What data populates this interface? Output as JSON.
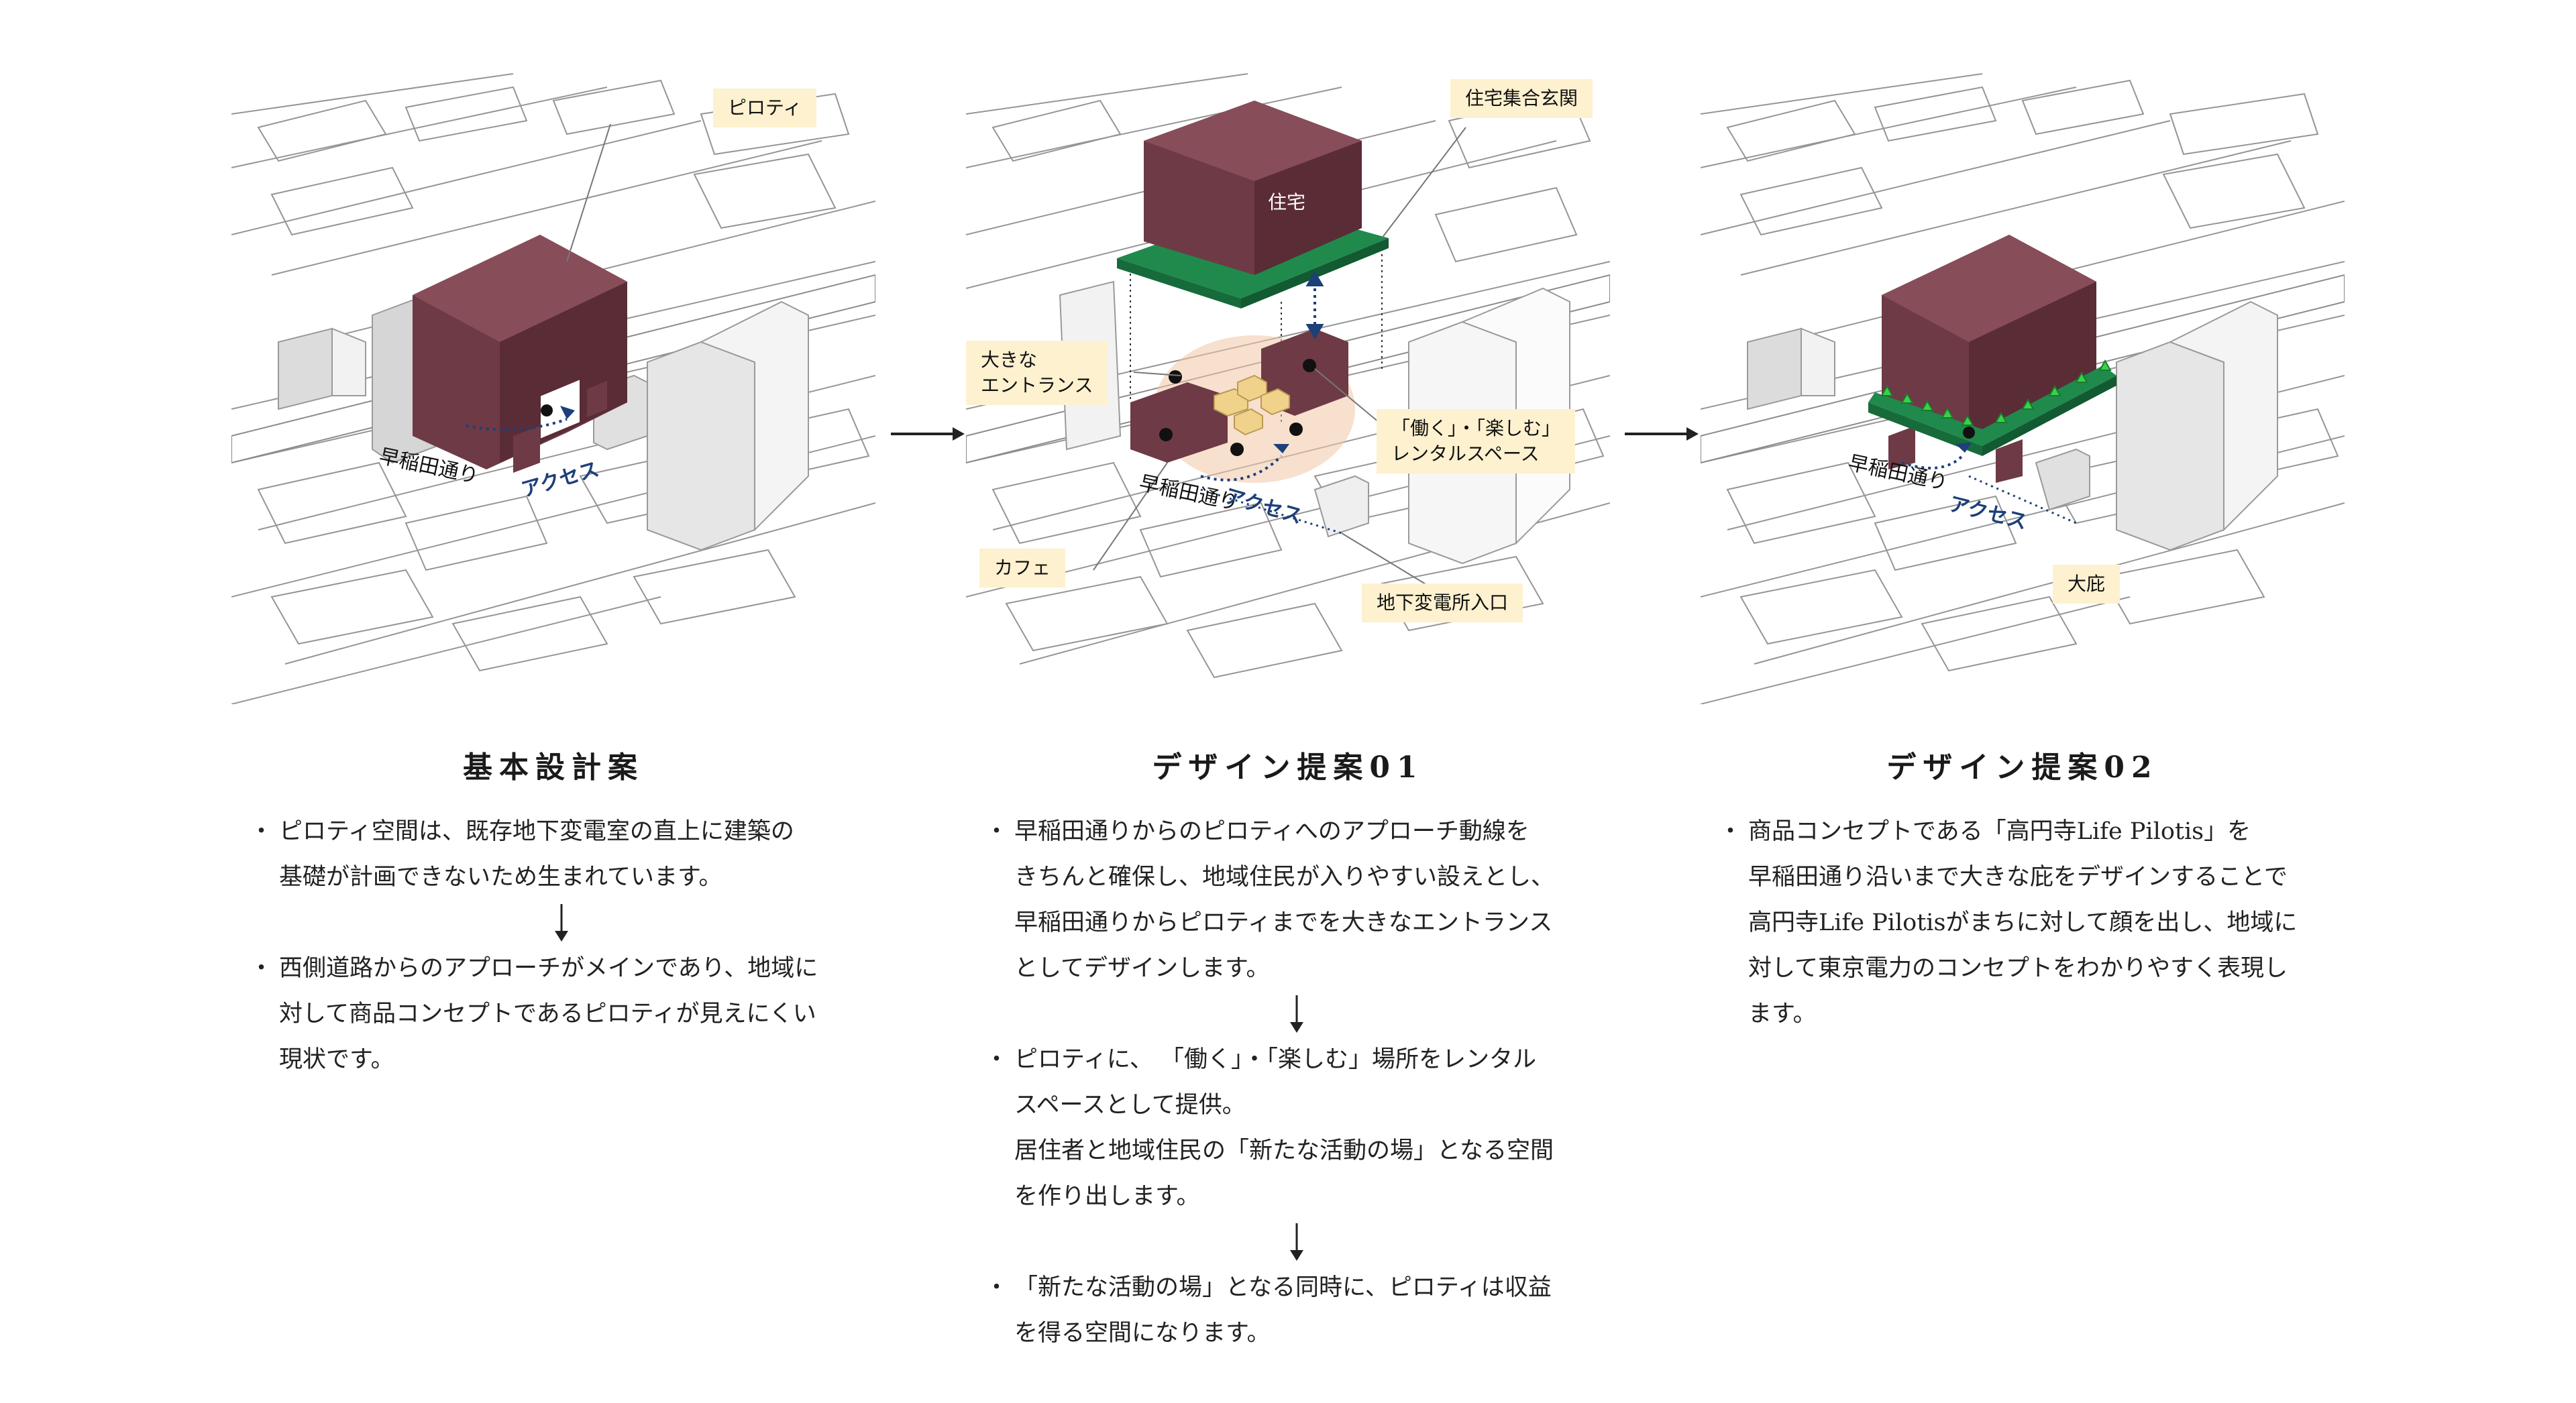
{
  "diagram": {
    "panel1": {
      "tags": {
        "pilotis": "ピロティ"
      },
      "road": "早稲田通り",
      "access": "アクセス"
    },
    "panel2": {
      "tags": {
        "entrance_hall": "住宅集合玄関",
        "big_entrance": "大きな\nエントランス",
        "rental": "「働く」・「楽しむ」\nレンタルスペース",
        "cafe": "カフェ",
        "substation": "地下変電所入口"
      },
      "house": "住宅",
      "road": "早稲田通り",
      "access": "アクセス"
    },
    "panel3": {
      "tags": {
        "canopy": "大庇"
      },
      "road": "早稲田通り",
      "access": "アクセス"
    },
    "colors": {
      "building": "#6e3a45",
      "green": "#1f8a4c",
      "bright_green": "#39d14a",
      "tag": "#fdf1cf",
      "access": "#1d3f7a"
    }
  },
  "columns": [
    {
      "title": "基本設計案",
      "bullets": [
        {
          "lines": [
            "ピロティ空間は、既存地下変電室の直上に建築の",
            "基礎が計画できないため生まれています。"
          ]
        },
        {
          "lines": [
            "西側道路からのアプローチがメインであり、地域に",
            "対して商品コンセプトであるピロティが見えにくい",
            "現状です。"
          ]
        }
      ]
    },
    {
      "title": "デザイン提案01",
      "bullets": [
        {
          "lines": [
            "早稲田通りからのピロティへのアプローチ動線を",
            "きちんと確保し、地域住民が入りやすい設えとし、",
            "早稲田通りからピロティまでを大きなエントランス",
            "としてデザインします。"
          ]
        },
        {
          "lines": [
            "ピロティに、 「働く」・「楽しむ」場所をレンタル",
            "スペースとして提供。",
            "居住者と地域住民の「新たな活動の場」となる空間",
            "を作り出します。"
          ]
        },
        {
          "lines": [
            "「新たな活動の場」となる同時に、ピロティは収益",
            "を得る空間になります。"
          ]
        }
      ]
    },
    {
      "title": "デザイン提案02",
      "bullets": [
        {
          "lines": [
            "商品コンセプトである「高円寺Life Pilotis」を",
            "早稲田通り沿いまで大きな庇をデザインすることで",
            "高円寺Life Pilotisがまちに対して顔を出し、地域に",
            "対して東京電力のコンセプトをわかりやすく表現し",
            "ます。"
          ]
        }
      ]
    }
  ],
  "bullet_mark": "・"
}
